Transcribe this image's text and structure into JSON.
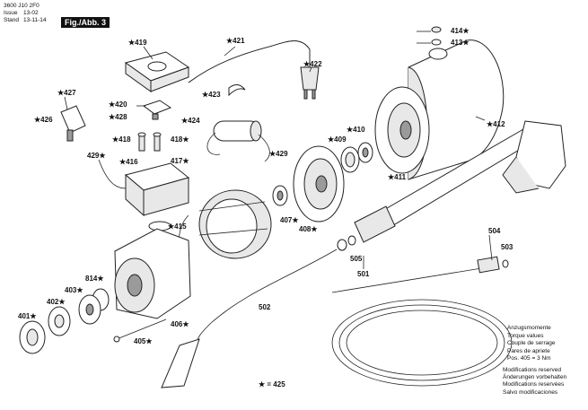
{
  "header": {
    "doc_number": "3600 J10 2F0",
    "issue_label": "Issue",
    "issue_value": "13-02",
    "stand_label": "Stand",
    "stand_value": "13-11-14",
    "figure_label": "Fig./Abb. 3"
  },
  "labels": [
    "★419",
    "★421",
    "★422",
    "★427",
    "★420",
    "★428",
    "★423",
    "★426",
    "★424",
    "★418",
    "418★",
    "417★",
    "★429",
    "429★",
    "★416",
    "★415",
    "414★",
    "413★",
    "★412",
    "★410",
    "★409",
    "★411",
    "407★",
    "408★",
    "814★",
    "403★",
    "402★",
    "401★",
    "406★",
    "405★",
    "502",
    "505",
    "501",
    "504",
    "503"
  ],
  "torque": {
    "line1": "Anzugsmomente",
    "line2": "Torque values",
    "line3": "Couple de serrage",
    "line4": "Pares de apriete",
    "line5": "Pos. 405 = 3 Nm"
  },
  "modifications": {
    "line1": "Modifications reserved",
    "line2": "Änderungen vorbehalten",
    "line3": "Modifications reservées",
    "line4": "Salvo modificaciones"
  },
  "legend": "★ = 425"
}
